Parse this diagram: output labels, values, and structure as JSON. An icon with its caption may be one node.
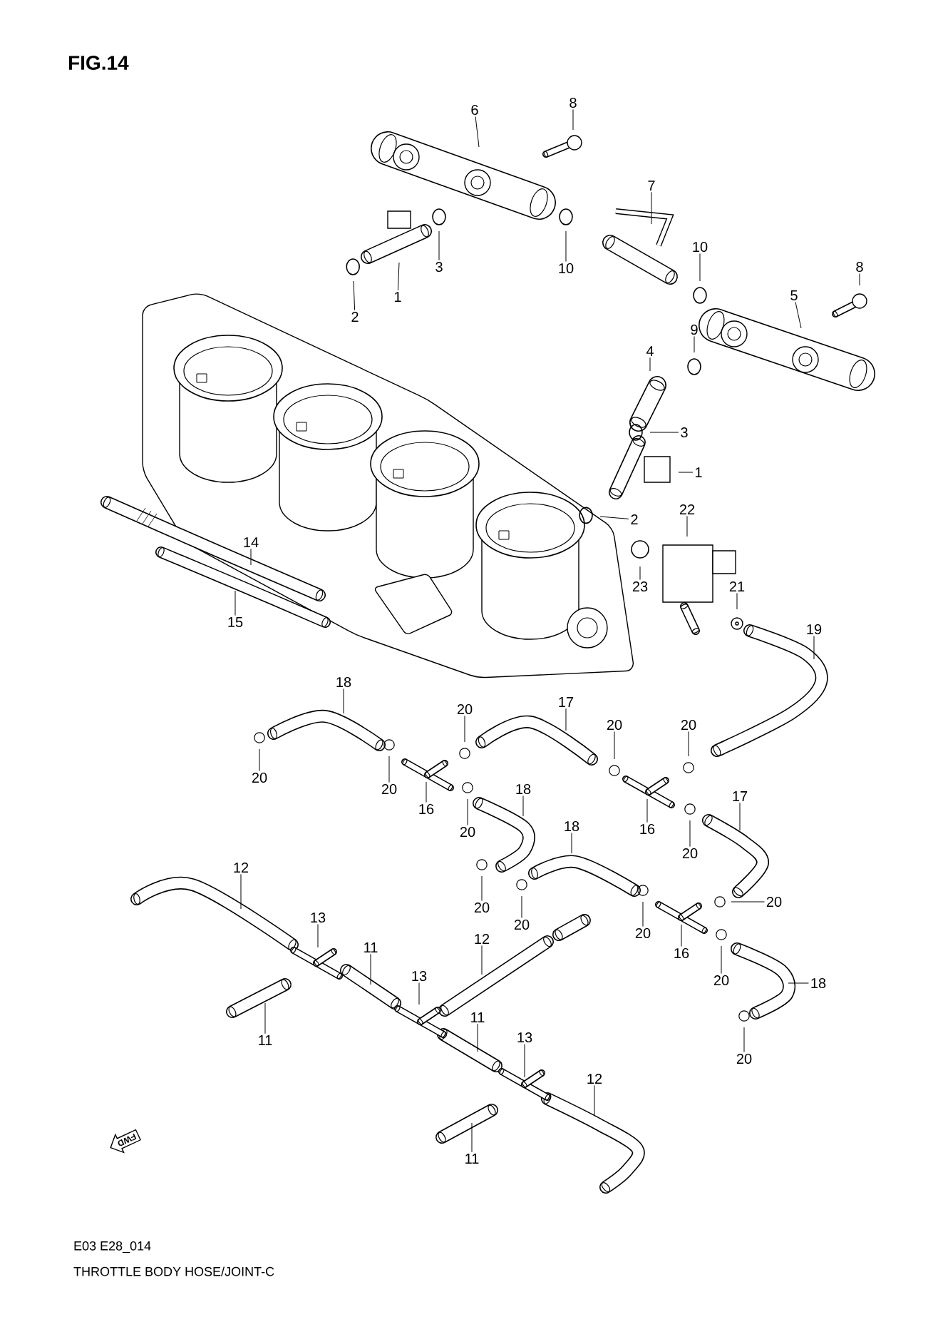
{
  "diagram": {
    "title": "FIG.14",
    "caption": "THROTTLE BODY HOSE/JOINT-C",
    "nodes": [
      {
        "text": [
          "6"
        ]
      },
      {
        "text": [
          "8"
        ]
      },
      {
        "text": [
          "7"
        ]
      },
      {
        "text": [
          "1"
        ]
      },
      {
        "text": [
          "2"
        ]
      },
      {
        "text": [
          "3"
        ]
      },
      {
        "text": [
          "10"
        ]
      },
      {
        "text": [
          "10"
        ]
      },
      {
        "text": [
          "8"
        ]
      },
      {
        "text": [
          "5"
        ]
      },
      {
        "text": [
          "9"
        ]
      },
      {
        "text": [
          "4"
        ]
      },
      {
        "text": [
          "3"
        ]
      },
      {
        "text": [
          "1"
        ]
      },
      {
        "text": [
          "2"
        ]
      },
      {
        "text": [
          "22"
        ]
      },
      {
        "text": [
          "23"
        ]
      },
      {
        "text": [
          "21"
        ]
      },
      {
        "text": [
          "14"
        ]
      },
      {
        "text": [
          "15"
        ]
      },
      {
        "text": [
          "19"
        ]
      },
      {
        "text": [
          "18"
        ]
      },
      {
        "text": [
          "17"
        ]
      },
      {
        "text": [
          "20"
        ]
      },
      {
        "text": [
          "20"
        ]
      },
      {
        "text": [
          "20"
        ]
      },
      {
        "text": [
          "20"
        ]
      },
      {
        "text": [
          "20"
        ]
      },
      {
        "text": [
          "16"
        ]
      },
      {
        "text": [
          "18"
        ]
      },
      {
        "text": [
          "17"
        ]
      },
      {
        "text": [
          "18"
        ]
      },
      {
        "text": [
          "16"
        ]
      },
      {
        "text": [
          "20"
        ]
      },
      {
        "text": [
          "20"
        ]
      },
      {
        "text": [
          "12"
        ]
      },
      {
        "text": [
          "20"
        ]
      },
      {
        "text": [
          "20"
        ]
      },
      {
        "text": [
          "20"
        ]
      },
      {
        "text": [
          "20"
        ]
      },
      {
        "text": [
          "12"
        ]
      },
      {
        "text": [
          "13"
        ]
      },
      {
        "text": [
          "11"
        ]
      },
      {
        "text": [
          "16"
        ]
      },
      {
        "text": [
          "13"
        ]
      },
      {
        "text": [
          "20"
        ]
      },
      {
        "text": [
          "18"
        ]
      },
      {
        "text": [
          "11"
        ]
      },
      {
        "text": [
          "13"
        ]
      },
      {
        "text": [
          "11"
        ]
      },
      {
        "text": [
          "20"
        ]
      },
      {
        "text": [
          "12"
        ]
      },
      {
        "text": [
          "11"
        ]
      }
    ],
    "edges": [
      {
        "from": 0,
        "to": null,
        "arrow": "none"
      },
      {
        "from": 1,
        "to": null,
        "arrow": "none"
      },
      {
        "from": 2,
        "to": null,
        "arrow": "none"
      },
      {
        "from": 3,
        "to": null,
        "arrow": "none"
      },
      {
        "from": 4,
        "to": null,
        "arrow": "none"
      },
      {
        "from": 5,
        "to": null,
        "arrow": "none"
      },
      {
        "from": 6,
        "to": null,
        "arrow": "none"
      },
      {
        "from": 7,
        "to": null,
        "arrow": "none"
      },
      {
        "from": 8,
        "to": null,
        "arrow": "none"
      },
      {
        "from": 9,
        "to": null,
        "arrow": "none"
      },
      {
        "from": 10,
        "to": null,
        "arrow": "none"
      },
      {
        "from": 11,
        "to": null,
        "arrow": "none"
      },
      {
        "from": 12,
        "to": null,
        "arrow": "none"
      },
      {
        "from": 13,
        "to": null,
        "arrow": "none"
      },
      {
        "from": 14,
        "to": null,
        "arrow": "none"
      },
      {
        "from": 15,
        "to": null,
        "arrow": "none"
      },
      {
        "from": 16,
        "to": null,
        "arrow": "none"
      },
      {
        "from": 17,
        "to": null,
        "arrow": "none"
      },
      {
        "from": 18,
        "to": null,
        "arrow": "none"
      },
      {
        "from": 19,
        "to": null,
        "arrow": "none"
      },
      {
        "from": 20,
        "to": null,
        "arrow": "none"
      },
      {
        "from": 21,
        "to": null,
        "arrow": "none"
      },
      {
        "from": 22,
        "to": null,
        "arrow": "none"
      },
      {
        "from": 23,
        "to": null,
        "arrow": "none"
      },
      {
        "from": 24,
        "to": null,
        "arrow": "none"
      },
      {
        "from": 25,
        "to": null,
        "arrow": "none"
      },
      {
        "from": 26,
        "to": null,
        "arrow": "none"
      },
      {
        "from": 27,
        "to": null,
        "arrow": "none"
      },
      {
        "from": 28,
        "to": null,
        "arrow": "none"
      },
      {
        "from": 29,
        "to": null,
        "arrow": "none"
      },
      {
        "from": 30,
        "to": null,
        "arrow": "none"
      },
      {
        "from": 31,
        "to": null,
        "arrow": "none"
      },
      {
        "from": 32,
        "to": null,
        "arrow": "none"
      },
      {
        "from": 33,
        "to": null,
        "arrow": "none"
      },
      {
        "from": 34,
        "to": null,
        "arrow": "none"
      },
      {
        "from": 35,
        "to": null,
        "arrow": "none"
      },
      {
        "from": 36,
        "to": null,
        "arrow": "none"
      },
      {
        "from": 37,
        "to": null,
        "arrow": "none"
      },
      {
        "from": 38,
        "to": null,
        "arrow": "none"
      },
      {
        "from": 39,
        "to": null,
        "arrow": "none"
      },
      {
        "from": 40,
        "to": null,
        "arrow": "none"
      },
      {
        "from": 41,
        "to": null,
        "arrow": "none"
      },
      {
        "from": 42,
        "to": null,
        "arrow": "none"
      },
      {
        "from": 43,
        "to": null,
        "arrow": "none"
      },
      {
        "from": 44,
        "to": null,
        "arrow": "none"
      },
      {
        "from": 45,
        "to": null,
        "arrow": "none"
      },
      {
        "from": 46,
        "to": null,
        "arrow": "none"
      },
      {
        "from": 47,
        "to": null,
        "arrow": "none"
      },
      {
        "from": 48,
        "to": null,
        "arrow": "none"
      },
      {
        "from": 49,
        "to": null,
        "arrow": "none"
      },
      {
        "from": 50,
        "to": null,
        "arrow": "none"
      },
      {
        "from": 51,
        "to": null,
        "arrow": "none"
      },
      {
        "from": 52,
        "to": null,
        "arrow": "none"
      }
    ],
    "labels": [
      "FWD",
      "E03 E28_014"
    ]
  }
}
